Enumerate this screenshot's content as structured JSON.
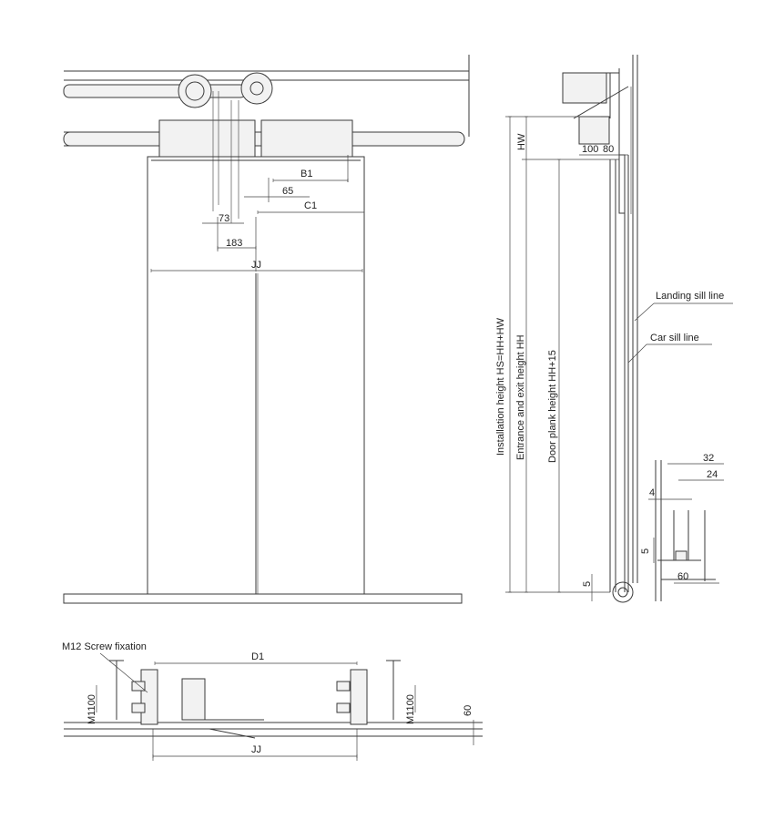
{
  "colors": {
    "line": "#3a3a3a",
    "background": "#ffffff"
  },
  "front": {
    "b1": "B1",
    "d65": "65",
    "c1": "C1",
    "d73": "73",
    "d183": "183",
    "jj": "JJ"
  },
  "side": {
    "hw": "HW",
    "d100": "100",
    "d80": "80",
    "installation_height": "Installation height  HS=HH+HW",
    "entrance_height": "Entrance and exit height HH",
    "door_plank_height": "Door plank height HH+15",
    "landing_sill_line": "Landing sill line",
    "car_sill_line": "Car sill line",
    "d32": "32",
    "d24": "24",
    "d4": "4",
    "d5a": "5",
    "d5b": "5",
    "d60": "60"
  },
  "plan": {
    "m12": "M12 Screw fixation",
    "d1": "D1",
    "m1100_left": "M1100",
    "m1100_right": "M1100",
    "d60": "60",
    "jj": "JJ"
  }
}
